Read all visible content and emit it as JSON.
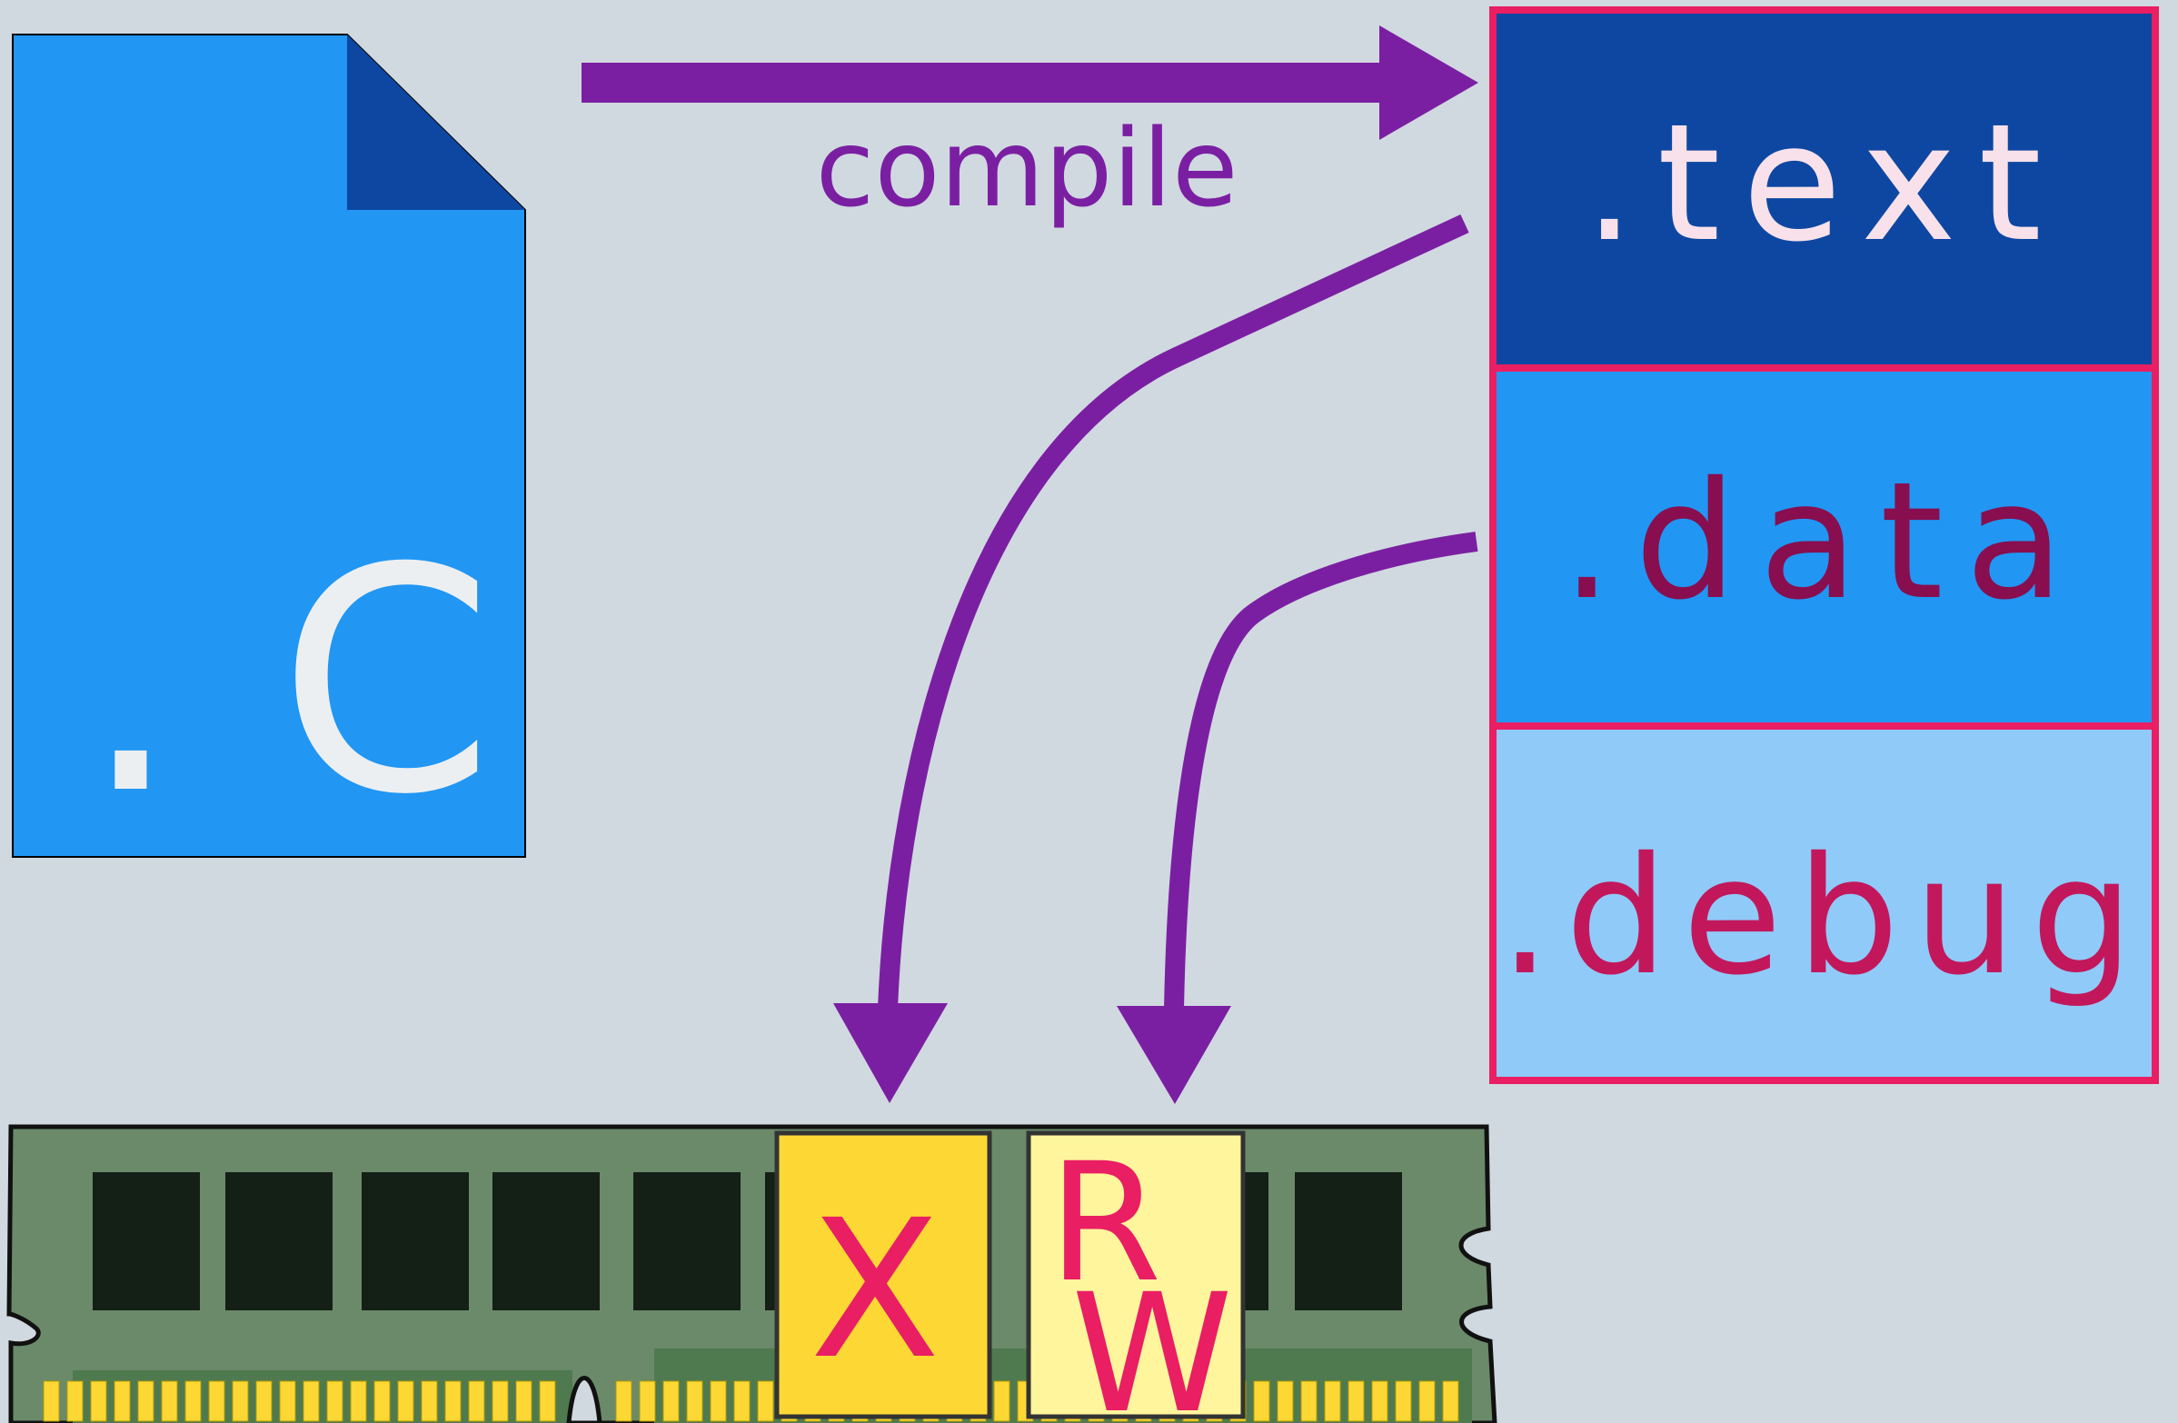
{
  "source_file": {
    "label": ". C",
    "icon": "c-source-file-icon"
  },
  "compile": {
    "label": "compile"
  },
  "sections": [
    {
      "label": ".text"
    },
    {
      "label": ".data"
    },
    {
      "label": ".debug"
    }
  ],
  "memory": {
    "icon": "ram-module-icon",
    "regions": [
      {
        "label": "X"
      },
      {
        "label_top": "R",
        "label_bottom": "W"
      }
    ]
  },
  "colors": {
    "background": "#d0d9e0",
    "file_body": "#2196f3",
    "file_fold": "#0d47a1",
    "arrow": "#7b1fa2",
    "section_border": "#e91e63",
    "text_section": "#0d47a1",
    "data_section": "#2196f3",
    "debug_section": "#90caf9",
    "ram_board": "#6a8a6a",
    "exec_region": "#fdd835",
    "rw_region": "#fff59d"
  }
}
